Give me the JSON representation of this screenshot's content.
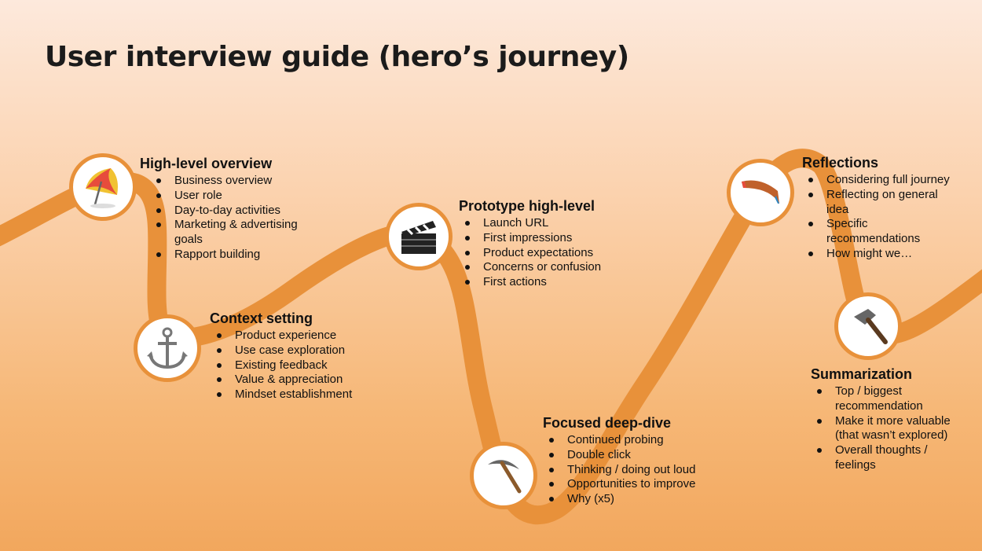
{
  "title": "User interview guide (hero’s journey)",
  "colors": {
    "path": "#e8913a",
    "node_border": "#e8913a"
  },
  "stages": [
    {
      "id": "high-level-overview",
      "icon": "umbrella-icon",
      "heading": "High-level overview",
      "items": [
        "Business overview",
        "User role",
        "Day-to-day activities",
        "Marketing & advertising goals",
        "Rapport building"
      ]
    },
    {
      "id": "context-setting",
      "icon": "anchor-icon",
      "heading": "Context setting",
      "items": [
        "Product experience",
        "Use case exploration",
        "Existing feedback",
        "Value & appreciation",
        "Mindset establishment"
      ]
    },
    {
      "id": "prototype-high-level",
      "icon": "clapperboard-icon",
      "heading": "Prototype high-level",
      "items": [
        "Launch URL",
        "First impressions",
        "Product expectations",
        "Concerns or confusion",
        "First actions"
      ]
    },
    {
      "id": "focused-deep-dive",
      "icon": "pickaxe-icon",
      "heading": "Focused deep-dive",
      "items": [
        "Continued probing",
        "Double click",
        "Thinking / doing out loud",
        "Opportunities to improve",
        "Why (x5)"
      ]
    },
    {
      "id": "reflections",
      "icon": "boomerang-icon",
      "heading": "Reflections",
      "items": [
        "Considering full journey",
        "Reflecting on general idea",
        "Specific recommendations",
        "How might we…"
      ]
    },
    {
      "id": "summarization",
      "icon": "hammer-icon",
      "heading": "Summarization",
      "items": [
        "Top / biggest recommendation",
        "Make it more valuable (that wasn’t explored)",
        "Overall thoughts / feelings"
      ]
    }
  ]
}
